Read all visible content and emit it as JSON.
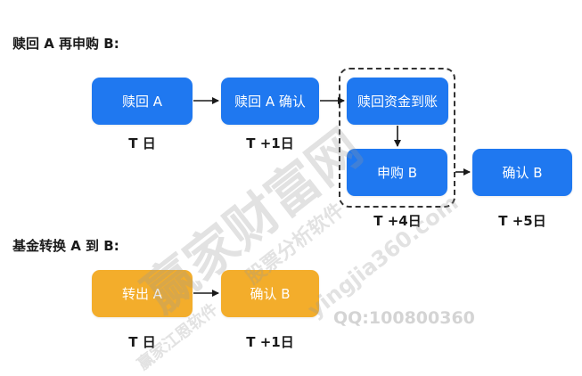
{
  "section1": {
    "heading": "赎回 A 再申购 B:",
    "nodes": {
      "redeem_a": "赎回 A",
      "redeem_a_confirm": "赎回 A 确认",
      "funds_arrive": "赎回资金到账",
      "subscribe_b": "申购 B",
      "confirm_b": "确认 B"
    },
    "labels": {
      "t": "T 日",
      "t1": "T +1日",
      "t4": "T +4日",
      "t5": "T +5日"
    }
  },
  "section2": {
    "heading": "基金转换 A 到 B:",
    "nodes": {
      "transfer_out_a": "转出 A",
      "confirm_b": "确认 B"
    },
    "labels": {
      "t": "T 日",
      "t1": "T +1日"
    }
  },
  "watermark": {
    "main": "赢家财富网",
    "sub": "股票分析软件",
    "url": "yingjia360.com",
    "sub2": "赢家江恩软件",
    "qq": "QQ:100800360"
  },
  "colors": {
    "blue": "#1f78f0",
    "yellow": "#f3ad2b",
    "text": "#1a1a1a"
  }
}
